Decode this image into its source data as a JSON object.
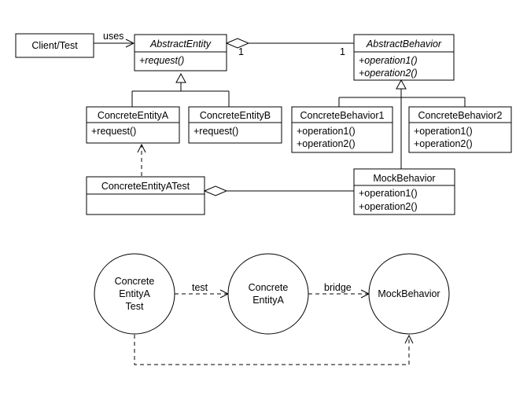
{
  "uml": {
    "client": {
      "name": "Client/Test"
    },
    "abstract_entity": {
      "name": "AbstractEntity",
      "ops": [
        "+request()"
      ]
    },
    "abstract_behavior": {
      "name": "AbstractBehavior",
      "ops": [
        "+operation1()",
        "+operation2()"
      ]
    },
    "concrete_entity_a": {
      "name": "ConcreteEntityA",
      "ops": [
        "+request()"
      ]
    },
    "concrete_entity_b": {
      "name": "ConcreteEntityB",
      "ops": [
        "+request()"
      ]
    },
    "concrete_behavior_1": {
      "name": "ConcreteBehavior1",
      "ops": [
        "+operation1()",
        "+operation2()"
      ]
    },
    "concrete_behavior_2": {
      "name": "ConcreteBehavior2",
      "ops": [
        "+operation1()",
        "+operation2()"
      ]
    },
    "mock_behavior": {
      "name": "MockBehavior",
      "ops": [
        "+operation1()",
        "+operation2()"
      ]
    },
    "entity_a_test": {
      "name": "ConcreteEntityATest"
    },
    "uses_label": "uses",
    "mult_entity": "1",
    "mult_behavior": "1"
  },
  "flow": {
    "node_test": [
      "Concrete",
      "EntityA",
      "Test"
    ],
    "node_entity": [
      "Concrete",
      "EntityA"
    ],
    "node_mock": "MockBehavior",
    "edge_test": "test",
    "edge_bridge": "bridge"
  }
}
